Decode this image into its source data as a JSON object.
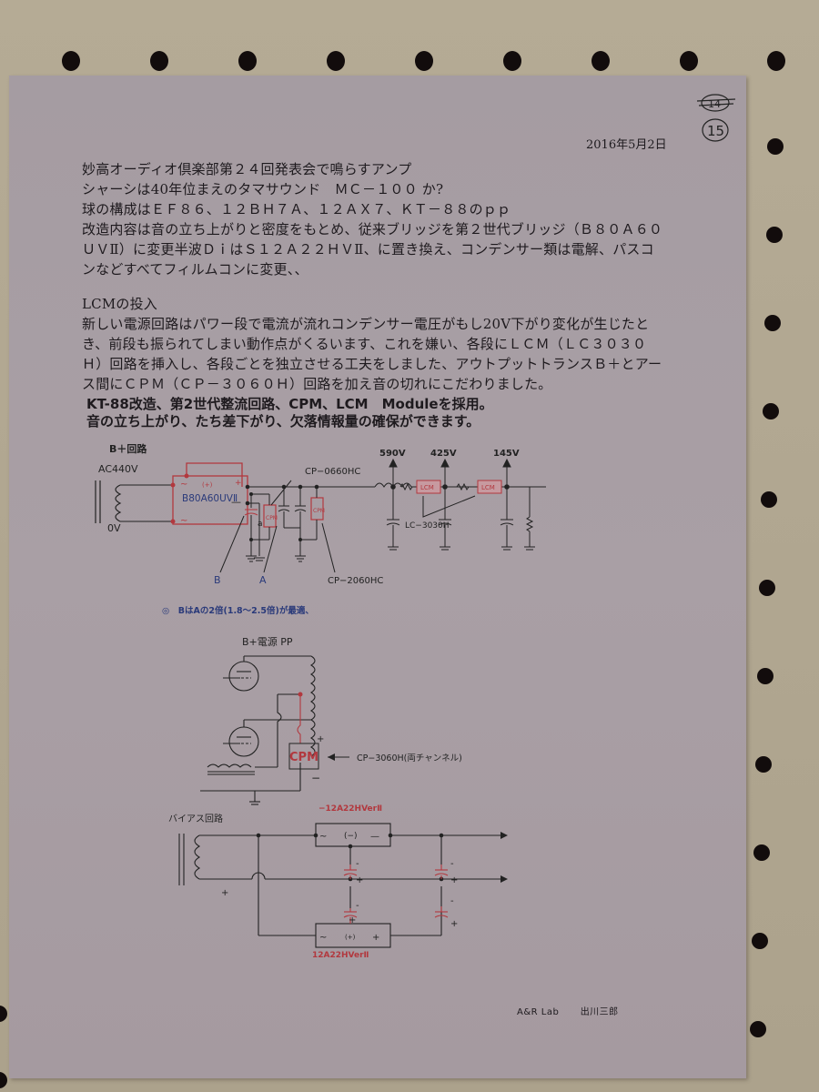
{
  "document": {
    "page_marks": {
      "struck_number": "14",
      "circled_number": "15"
    },
    "date": "2016年5月2日",
    "intro_lines": [
      "妙高オーディオ倶楽部第２４回発表会で鳴らすアンプ",
      "シャーシは40年位まえのタマサウンド　ＭＣ－１００ か?",
      "球の構成はＥＦ８６、１２ＢＨ７Ａ、１２ＡＸ７、ＫＴ－８８のｐｐ",
      "改造内容は音の立ち上がりと密度をもとめ、従来ブリッジを第２世代ブリッジ（Ｂ８０Ａ６０",
      "ＵＶⅡ）に変更半波ＤｉはＳ１２Ａ２２ＨＶⅡ、に置き換え、コンデンサー類は電解、パスコ",
      "ンなどすべてフィルムコンに変更、、"
    ],
    "lcm_section": {
      "heading": "LCMの投入",
      "lines": [
        "新しい電源回路はパワー段で電流が流れコンデンサー電圧がもし20V下がり変化が生じたと",
        "き、前段も振られてしまい動作点がくるいます、これを嫌い、各段にＬＣＭ（ＬＣ３０３０",
        "Ｈ）回路を挿入し、各段ごとを独立させる工夫をしました、アウトプットトランスＢ＋とアー",
        "ス間にＣＰＭ（ＣＰ－３０６０Ｈ）回路を加え音の切れにこだわりました。"
      ]
    },
    "summary_bold": [
      "KT-88改造、第2世代整流回路、CPM、LCM　Moduleを採用。",
      "音の立ち上がり、たち差下がり、欠落情報量の確保ができます。"
    ],
    "diagram_bplus": {
      "title": "B＋回路",
      "input_label": "AC440V",
      "zero_label": "0V",
      "bridge_label": "B80A60UVⅡ",
      "bridge_plus_center": "(+)",
      "bridge_plus": "+",
      "bridge_minus": "—",
      "bridge_ac_top": "~",
      "bridge_ac_bottom": "~",
      "cpm_module_label": "CPM",
      "cpm_small_label": "a",
      "callout_cp0660": "CP−0660HC",
      "callout_cp2060": "CP−2060HC",
      "label_b": "B",
      "label_a": "A",
      "voltages": [
        "590V",
        "425V",
        "145V"
      ],
      "lcm_label": "LCM",
      "callout_lc3030": "LC−3030H",
      "note": "◎　BはAの2倍(1.8〜2.5倍)が最適、"
    },
    "diagram_pp": {
      "title": "B+電源 PP",
      "cpm_label": "CPM",
      "plus": "+",
      "minus": "−",
      "callout": "CP−3060H(両チャンネル)"
    },
    "diagram_bias": {
      "title": "バイアス回路",
      "top_module_label": "−12A22HVerⅡ",
      "top_module_ac": "~",
      "top_module_center": "(−)",
      "top_module_out": "—",
      "bottom_module_label": "12A22HVerⅡ",
      "bottom_module_ac": "~",
      "bottom_module_center": "(+)",
      "bottom_module_out": "+",
      "transformer_plus": "+",
      "cap_minus": "-",
      "cap_plus": "+"
    },
    "footer": {
      "org": "A&R  Lab",
      "author": "出川三郎"
    }
  },
  "colors": {
    "board": "#b0a690",
    "paper": "#a79da3",
    "ink": "#1e1a1e",
    "red_ink": "#b2383e",
    "blue_ink": "#2a3a7a",
    "hole": "#120c0c"
  }
}
